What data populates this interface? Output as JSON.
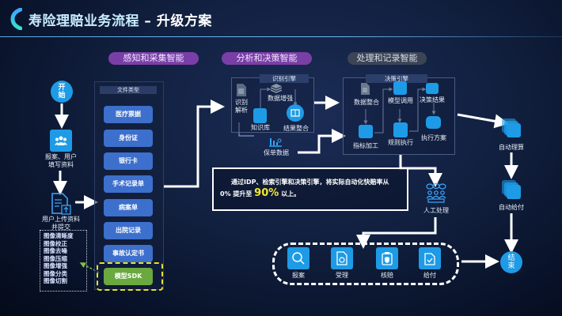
{
  "header": {
    "title_main": "寿险理赔业务流程",
    "title_sep": " – ",
    "title_sub": "升级方案",
    "logo_icon": "bracket-logo-icon"
  },
  "stages": [
    {
      "label": "感知和采集智能",
      "color": "#7a3fa6"
    },
    {
      "label": "分析和决策智能",
      "color": "#7a3fa6"
    },
    {
      "label": "处理和记录智能",
      "color": "#3b4556"
    }
  ],
  "left_flow": {
    "start": "开始",
    "step1_label": "报案、用户\n填写资料",
    "step1_icon": "users-icon",
    "step2_label": "用户上传资料\n并提交",
    "step2_icon": "document-upload-icon",
    "image_ops": [
      "图像清晰度",
      "图像校正",
      "图像去噪",
      "图像压缩",
      "图像增强",
      "图像分类",
      "图像切割"
    ]
  },
  "doc_types": {
    "header": "文件类型",
    "items": [
      "医疗票据",
      "身份证",
      "银行卡",
      "手术记录单",
      "病案单",
      "出院记录",
      "事故认定书"
    ],
    "sdk": "模型SDK"
  },
  "recognition_engine": {
    "header": "识别引擎",
    "nodes": [
      "识别\n解析",
      "数据增强",
      "知识库",
      "结果整合"
    ],
    "policy_data": "保单数据"
  },
  "decision_engine": {
    "header": "决策引擎",
    "nodes": [
      "数据整合",
      "模型调用",
      "决策结果",
      "指标加工",
      "规则执行",
      "执行方案"
    ]
  },
  "note": {
    "line1": "通过IDP、检索引擎和决策引擎，将实际自动化快赔率从",
    "line2_pre": "0% 提升至 ",
    "highlight": "90%",
    "line2_post": " 以上。",
    "highlight_color": "#f5e935"
  },
  "manual": {
    "label": "人工处理",
    "icon": "meeting-group-icon"
  },
  "right_flow": {
    "auto_calc": "自动理算",
    "auto_pay": "自动给付",
    "end": "结\n束"
  },
  "process_steps": [
    {
      "label": "报案",
      "icon": "search-icon"
    },
    {
      "label": "受理",
      "icon": "document-check-icon"
    },
    {
      "label": "核赔",
      "icon": "clipboard-shield-icon"
    },
    {
      "label": "给付",
      "icon": "file-check-icon"
    }
  ]
}
